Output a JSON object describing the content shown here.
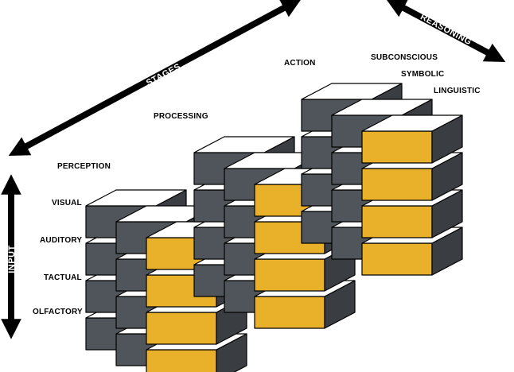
{
  "axes": {
    "stages": "STAGES",
    "reasoning": "REASONING",
    "input": "INPUT"
  },
  "stage_labels": {
    "perception": "PERCEPTION",
    "processing": "PROCESSING",
    "action": "ACTION"
  },
  "input_labels": {
    "visual": "VISUAL",
    "auditory": "AUDITORY",
    "tactual": "TACTUAL",
    "olfactory": "OLFACTORY"
  },
  "reasoning_labels": {
    "subconscious": "SUBCONSCIOUS",
    "symbolic": "SYMBOLIC",
    "linguistic": "LINGUISTIC"
  },
  "colors": {
    "top": "#ffffff",
    "front_dark": "#50555b",
    "front_yellow": "#e9b02a",
    "side": "#3a3e43",
    "stroke": "#000000"
  }
}
